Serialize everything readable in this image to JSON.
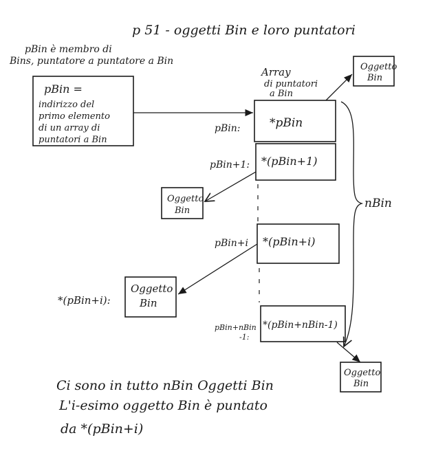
{
  "header": {
    "title": "p 51 - oggetti Bin e loro puntatori"
  },
  "note_top": {
    "line1": "pBin è membro di",
    "line2": "Bins, puntatore a puntatore a Bin"
  },
  "pbin_box": {
    "line1": "pBin =",
    "line2": "indirizzo del",
    "line3": "primo elemento",
    "line4": "di un array di",
    "line5": "puntatori a Bin"
  },
  "array_label": {
    "line1": "Array",
    "line2": "di puntatori",
    "line3": "a Bin"
  },
  "array_cells": [
    {
      "label": "pBin:",
      "content": "*pBin"
    },
    {
      "label": "pBin+1:",
      "content": "*(pBin+1)"
    },
    {
      "label": "pBin+i",
      "content": "*(pBin+i)"
    },
    {
      "label_line1": "pBin+nBin",
      "label_line2": "-1:",
      "content": "*(pBin+nBin-1)"
    }
  ],
  "brace_label": "nBin",
  "objects": [
    {
      "line1": "Oggetto",
      "line2": "Bin"
    },
    {
      "line1": "Oggetto",
      "line2": "Bin"
    },
    {
      "line1": "Oggetto",
      "line2": "Bin"
    },
    {
      "line1": "Oggetto",
      "line2": "Bin"
    }
  ],
  "object_i_label": "*(pBin+i):",
  "footer": {
    "line1": "Ci sono in tutto nBin Oggetti Bin",
    "line2": "L'i-esimo oggetto Bin è puntato",
    "line3": "da *(pBin+i)"
  }
}
